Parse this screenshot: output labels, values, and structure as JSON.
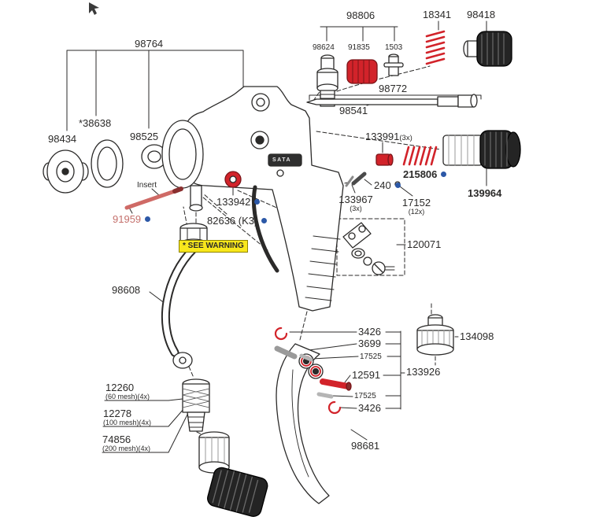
{
  "diagram": {
    "type": "exploded-parts-diagram",
    "subject": "paint spray gun parts diagram"
  },
  "colors": {
    "line_black": "#2b2a29",
    "accent_red": "#d2232a",
    "muted_red_text": "#c4706c",
    "dot_blue": "#2c58a7",
    "warning_bg": "#f8e71c"
  },
  "icons": {
    "cursor_arrow": "small pointer arrow, top-left"
  },
  "labels": {
    "assembly_98764": "98764",
    "assembly_98806": "98806",
    "p18341": "18341",
    "p98418": "98418",
    "p98624": "98624",
    "p91835": "91835",
    "p1503": "1503",
    "p98772": "98772",
    "p98541": "98541",
    "p38638": "*38638",
    "p98434": "98434",
    "p98525": "98525",
    "p133991": "133991",
    "p133991_qty": "(3x)",
    "p215806": "215806",
    "p139964": "139964",
    "insert_note": "Insert",
    "p133942": "133942",
    "p91959": "91959",
    "p82636": "82636 (K3)",
    "p133967": "133967",
    "p133967_qty": "(3x)",
    "p240": "240",
    "p17152": "17152",
    "p17152_qty": "(12x)",
    "see_warning": "* SEE WARNING",
    "p120071": "120071",
    "p98608": "98608",
    "p3426_a": "3426",
    "p3699": "3699",
    "p17525_a": "17525",
    "p12591": "12591",
    "p17525_b": "17525",
    "p3426_b": "3426",
    "p134098": "134098",
    "p133926": "133926",
    "p12260": "12260",
    "p12260_note": "(60 mesh)(4x)",
    "p12278": "12278",
    "p12278_note": "(100 mesh)(4x)",
    "p74856": "74856",
    "p74856_note": "(200 mesh)(4x)",
    "p98681": "98681",
    "gun_logo": "SATA"
  }
}
